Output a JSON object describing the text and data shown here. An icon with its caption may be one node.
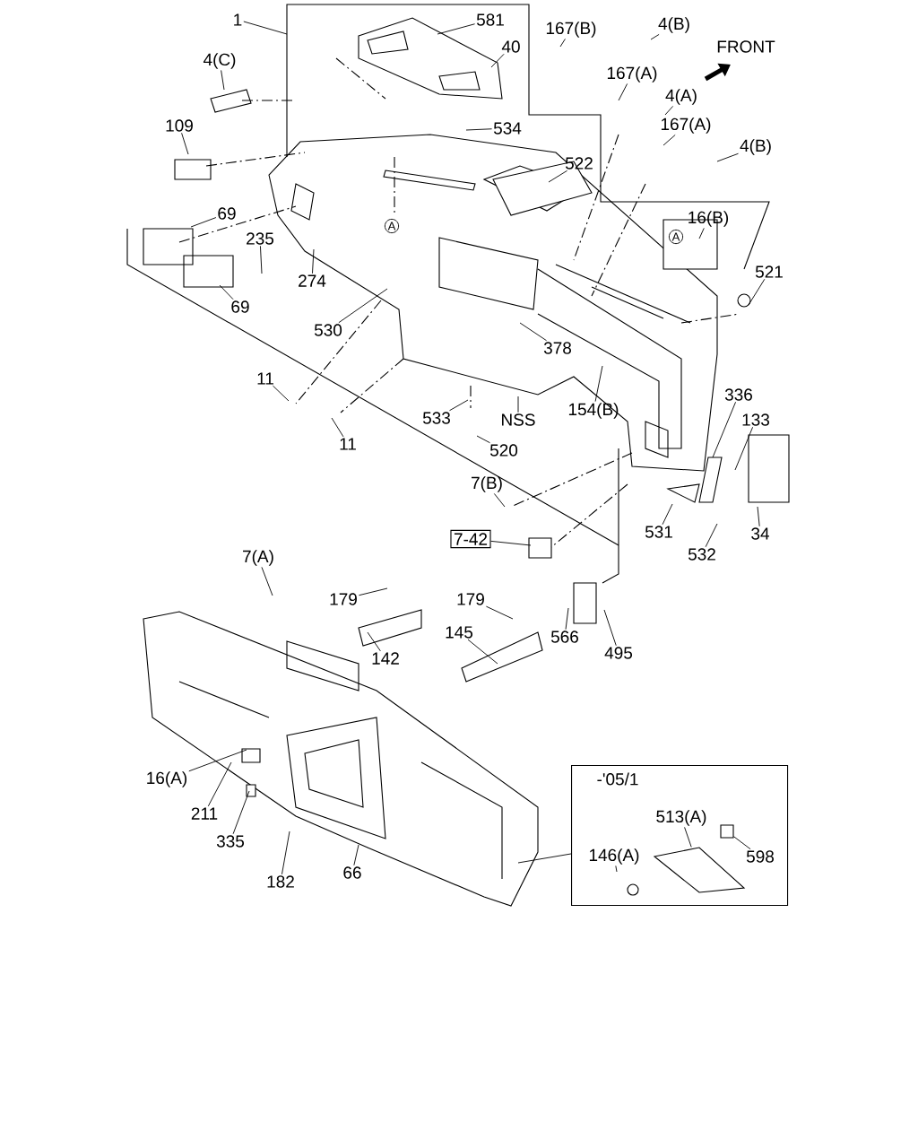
{
  "diagram": {
    "nodes": [
      {
        "text": [
          "1"
        ]
      },
      {
        "text": [
          "581"
        ]
      },
      {
        "text": [
          "167(B)"
        ]
      },
      {
        "text": [
          "4(B)"
        ]
      },
      {
        "text": [
          "40"
        ]
      },
      {
        "text": [
          "4(C)"
        ]
      },
      {
        "text": [
          "167(A)"
        ]
      },
      {
        "text": [
          "4(A)"
        ]
      },
      {
        "text": [
          "534"
        ]
      },
      {
        "text": [
          "109"
        ]
      },
      {
        "text": [
          "167(A)"
        ]
      },
      {
        "text": [
          "4(B)"
        ]
      },
      {
        "text": [
          "522"
        ]
      },
      {
        "text": [
          "69"
        ]
      },
      {
        "text": [
          "16(B)"
        ]
      },
      {
        "text": [
          "A"
        ]
      },
      {
        "text": [
          "A"
        ]
      },
      {
        "text": [
          "235"
        ]
      },
      {
        "text": [
          "521"
        ]
      },
      {
        "text": [
          "274"
        ]
      },
      {
        "text": [
          "69"
        ]
      },
      {
        "text": [
          "530"
        ]
      },
      {
        "text": [
          "378"
        ]
      },
      {
        "text": [
          "11"
        ]
      },
      {
        "text": [
          "336"
        ]
      },
      {
        "text": [
          "154(B)"
        ]
      },
      {
        "text": [
          "533"
        ]
      },
      {
        "text": [
          "NSS"
        ]
      },
      {
        "text": [
          "133"
        ]
      },
      {
        "text": [
          "11"
        ]
      },
      {
        "text": [
          "520"
        ]
      },
      {
        "text": [
          "7(B)"
        ]
      },
      {
        "text": [
          "531"
        ]
      },
      {
        "text": [
          "34"
        ]
      },
      {
        "text": [
          "7-42"
        ]
      },
      {
        "text": [
          "532"
        ]
      },
      {
        "text": [
          "7(A)"
        ]
      },
      {
        "text": [
          "179"
        ]
      },
      {
        "text": [
          "179"
        ]
      },
      {
        "text": [
          "145"
        ]
      },
      {
        "text": [
          "566"
        ]
      },
      {
        "text": [
          "142"
        ]
      },
      {
        "text": [
          "495"
        ]
      },
      {
        "text": [
          "-'05/1"
        ]
      },
      {
        "text": [
          "16(A)"
        ]
      },
      {
        "text": [
          "513(A)"
        ],
        "in": 43
      },
      {
        "text": [
          "211"
        ]
      },
      {
        "text": [
          "335"
        ]
      },
      {
        "text": [
          "146(A)"
        ],
        "in": 43
      },
      {
        "text": [
          "598"
        ],
        "in": 43
      },
      {
        "text": [
          "182"
        ]
      },
      {
        "text": [
          "66"
        ]
      },
      {
        "text": [],
        "shape": "box",
        "in": 43
      },
      {
        "text": [],
        "shape": "picture",
        "in": 43
      }
    ],
    "edges": [
      {
        "from": 0,
        "to": null,
        "arrow": "none"
      },
      {
        "from": 1,
        "to": null,
        "arrow": "none"
      },
      {
        "from": 2,
        "to": null,
        "arrow": "none"
      },
      {
        "from": 3,
        "to": null,
        "arrow": "none"
      },
      {
        "from": 4,
        "to": null,
        "arrow": "none"
      },
      {
        "from": 5,
        "to": null,
        "arrow": "none"
      },
      {
        "from": 6,
        "to": null,
        "arrow": "none"
      },
      {
        "from": 7,
        "to": null,
        "arrow": "none"
      },
      {
        "from": 8,
        "to": null,
        "arrow": "none"
      },
      {
        "from": 9,
        "to": null,
        "arrow": "none"
      },
      {
        "from": 10,
        "to": null,
        "arrow": "none"
      },
      {
        "from": 11,
        "to": null,
        "arrow": "none"
      },
      {
        "from": 12,
        "to": null,
        "arrow": "none"
      },
      {
        "from": 13,
        "to": null,
        "arrow": "none"
      },
      {
        "from": 14,
        "to": null,
        "arrow": "none"
      },
      {
        "from": 17,
        "to": null,
        "arrow": "none"
      },
      {
        "from": 18,
        "to": null,
        "arrow": "none"
      },
      {
        "from": 19,
        "to": null,
        "arrow": "none"
      },
      {
        "from": 20,
        "to": null,
        "arrow": "none"
      },
      {
        "from": 21,
        "to": null,
        "arrow": "none"
      },
      {
        "from": 22,
        "to": null,
        "arrow": "none"
      },
      {
        "from": 23,
        "to": null,
        "arrow": "none"
      },
      {
        "from": 24,
        "to": null,
        "arrow": "none"
      },
      {
        "from": 25,
        "to": null,
        "arrow": "none"
      },
      {
        "from": 26,
        "to": null,
        "arrow": "none"
      },
      {
        "from": 27,
        "to": null,
        "arrow": "none"
      },
      {
        "from": 28,
        "to": null,
        "arrow": "none"
      },
      {
        "from": 29,
        "to": null,
        "arrow": "none"
      },
      {
        "from": 30,
        "to": null,
        "arrow": "none"
      },
      {
        "from": 31,
        "to": null,
        "arrow": "none"
      },
      {
        "from": 32,
        "to": null,
        "arrow": "none"
      },
      {
        "from": 33,
        "to": null,
        "arrow": "none"
      },
      {
        "from": 34,
        "to": null,
        "arrow": "none"
      },
      {
        "from": 35,
        "to": null,
        "arrow": "none"
      },
      {
        "from": 36,
        "to": null,
        "arrow": "none"
      },
      {
        "from": 37,
        "to": null,
        "arrow": "none"
      },
      {
        "from": 38,
        "to": null,
        "arrow": "none"
      },
      {
        "from": 39,
        "to": null,
        "arrow": "none"
      },
      {
        "from": 40,
        "to": null,
        "arrow": "none"
      },
      {
        "from": 41,
        "to": null,
        "arrow": "none"
      },
      {
        "from": 42,
        "to": null,
        "arrow": "none"
      },
      {
        "from": 43,
        "to": null,
        "arrow": "none"
      },
      {
        "from": 44,
        "to": null,
        "arrow": "none"
      },
      {
        "from": 45,
        "to": 53,
        "arrow": "none"
      },
      {
        "from": 46,
        "to": null,
        "arrow": "none"
      },
      {
        "from": 47,
        "to": null,
        "arrow": "none"
      },
      {
        "from": 48,
        "to": null,
        "arrow": "none"
      },
      {
        "from": 49,
        "to": 52,
        "arrow": "none"
      },
      {
        "from": 50,
        "to": null,
        "arrow": "none"
      },
      {
        "from": 51,
        "to": null,
        "arrow": "none"
      }
    ],
    "labels": [
      "FRONT"
    ]
  }
}
